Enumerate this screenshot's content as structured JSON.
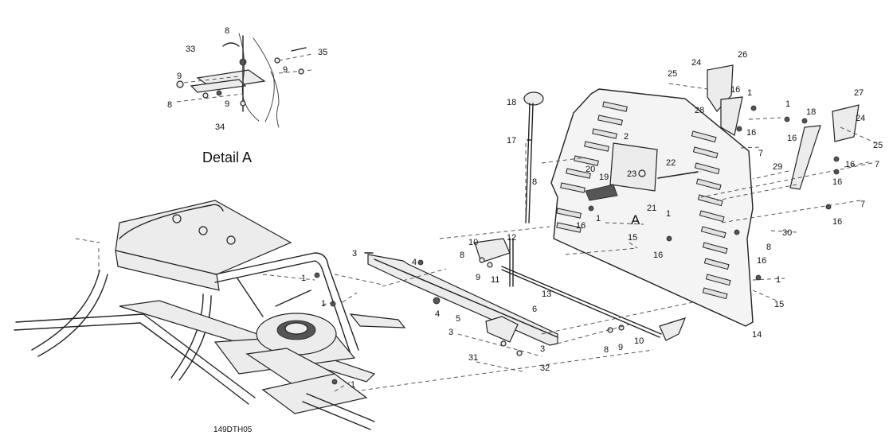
{
  "detail_title": "Detail A",
  "drawing_code": "149DTH05",
  "view_marker": "A",
  "callouts": [
    "1",
    "2",
    "3",
    "4",
    "5",
    "6",
    "7",
    "8",
    "9",
    "10",
    "11",
    "12",
    "13",
    "14",
    "15",
    "16",
    "17",
    "18",
    "19",
    "20",
    "21",
    "22",
    "23",
    "24",
    "25",
    "26",
    "27",
    "28",
    "29",
    "30",
    "31",
    "32",
    "33",
    "34",
    "35"
  ]
}
